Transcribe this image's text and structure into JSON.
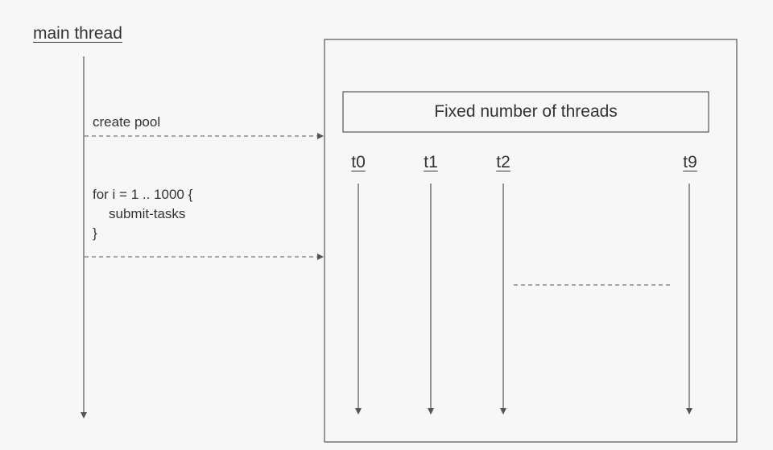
{
  "main": {
    "title": "main thread",
    "create_label": "create pool",
    "loop_line1": "for i = 1 .. 1000 {",
    "loop_line2": "submit-tasks",
    "loop_line3": "}"
  },
  "pool": {
    "title": "Fixed number of threads",
    "threads": [
      "t0",
      "t1",
      "t2",
      "t9"
    ]
  },
  "colors": {
    "background": "#f7f7f7",
    "stroke": "#555555",
    "text": "#333333"
  }
}
